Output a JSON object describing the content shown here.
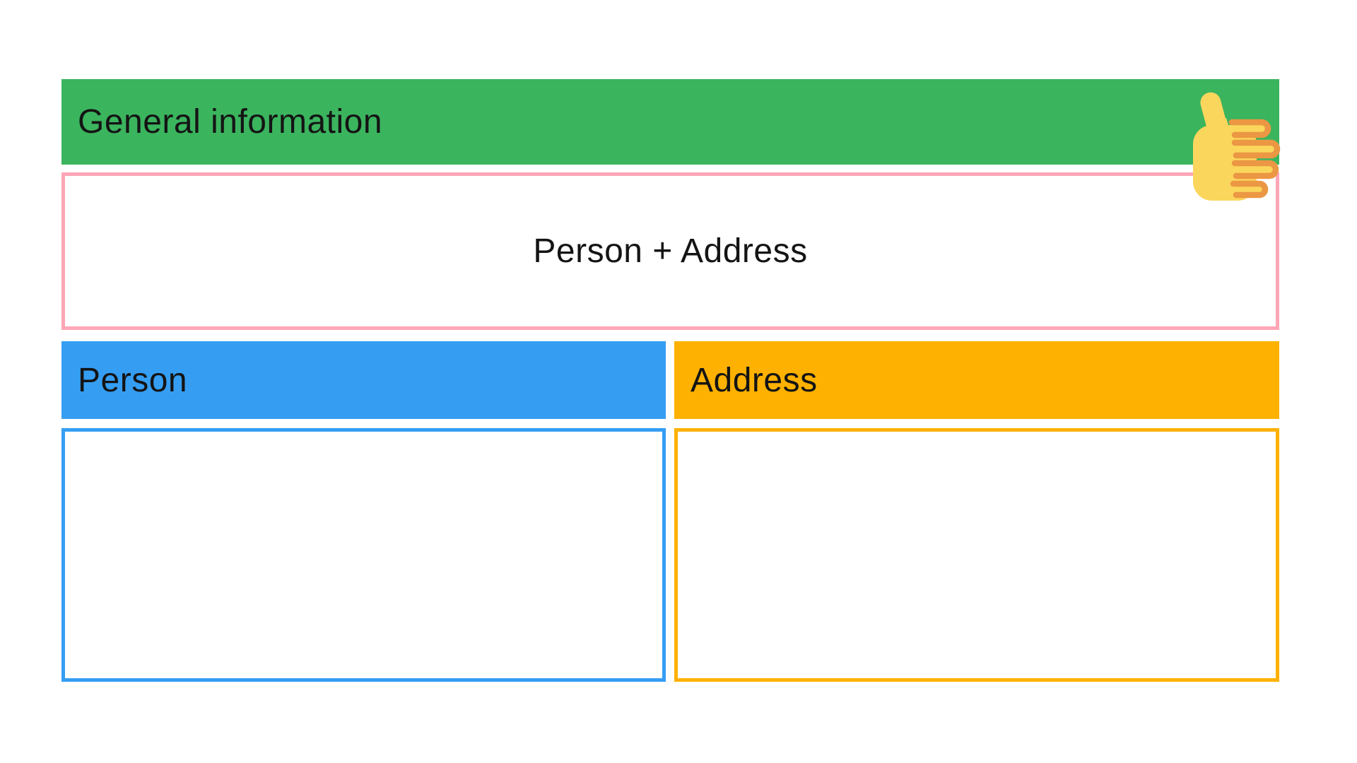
{
  "diagram": {
    "general_header": {
      "label": "General information",
      "color": "#3bb45e"
    },
    "combined_box": {
      "label": "Person + Address",
      "border_color": "#ffa6b6"
    },
    "person_header": {
      "label": "Person",
      "color": "#359ef3"
    },
    "person_box": {
      "border_color": "#359ef3"
    },
    "address_header": {
      "label": "Address",
      "color": "#feb100"
    },
    "address_box": {
      "border_color": "#feb100"
    },
    "thumbs_up_icon": {
      "name": "thumbs-up",
      "skin_color": "#fbd65c",
      "outline_color": "#eb9743"
    }
  },
  "colors": {
    "background": "#ffffff",
    "text": "#141414"
  }
}
